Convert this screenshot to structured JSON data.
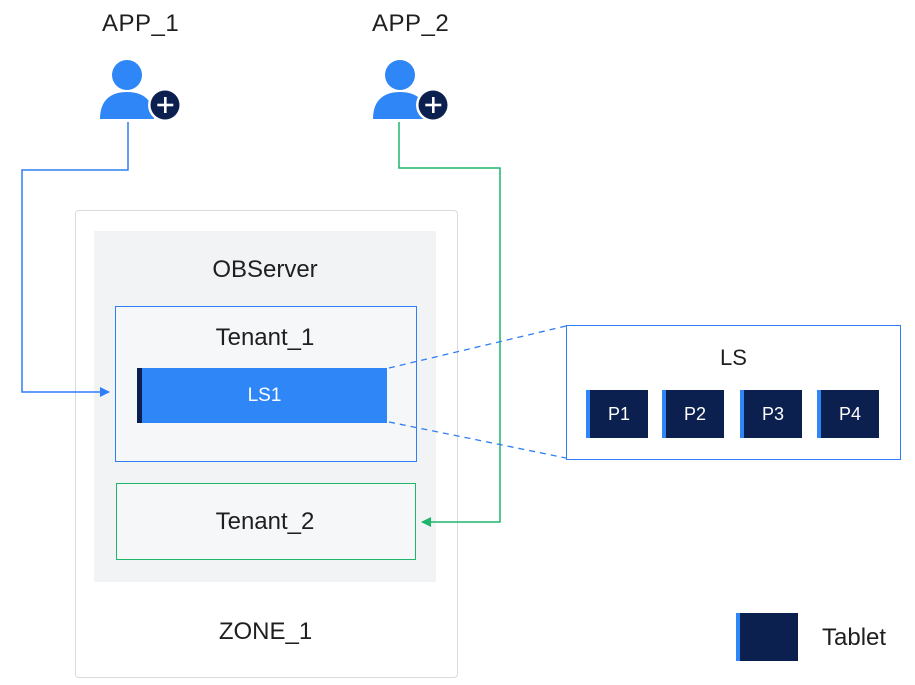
{
  "apps": [
    {
      "label": "APP_1"
    },
    {
      "label": "APP_2"
    }
  ],
  "zone": {
    "label": "ZONE_1"
  },
  "observer": {
    "label": "OBServer"
  },
  "tenants": [
    {
      "label": "Tenant_1",
      "ls": "LS1"
    },
    {
      "label": "Tenant_2"
    }
  ],
  "ls_detail": {
    "label": "LS",
    "tablets": [
      "P1",
      "P2",
      "P3",
      "P4"
    ]
  },
  "legend": {
    "label": "Tablet"
  },
  "colors": {
    "blue_line": "#2f7ef5",
    "green_line": "#1fb56a",
    "navy": "#0c2050",
    "ls_bar": "#2e86f7",
    "user_icon": "#2e86f7"
  },
  "icons": {
    "app_1": "user-add-icon",
    "app_2": "user-add-icon"
  }
}
